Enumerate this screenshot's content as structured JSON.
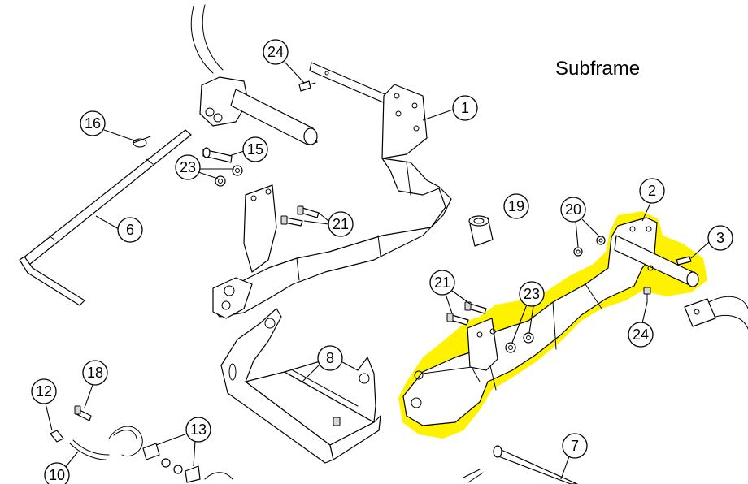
{
  "title": "Subframe",
  "highlight_color": "#fff200",
  "callouts": {
    "c1": "1",
    "c2": "2",
    "c3": "3",
    "c6": "6",
    "c7": "7",
    "c8": "8",
    "c10": "10",
    "c12": "12",
    "c13": "13",
    "c15": "15",
    "c16": "16",
    "c18": "18",
    "c19": "19",
    "c20": "20",
    "c21a": "21",
    "c21b": "21",
    "c23a": "23",
    "c23b": "23",
    "c24a": "24",
    "c24b": "24"
  }
}
